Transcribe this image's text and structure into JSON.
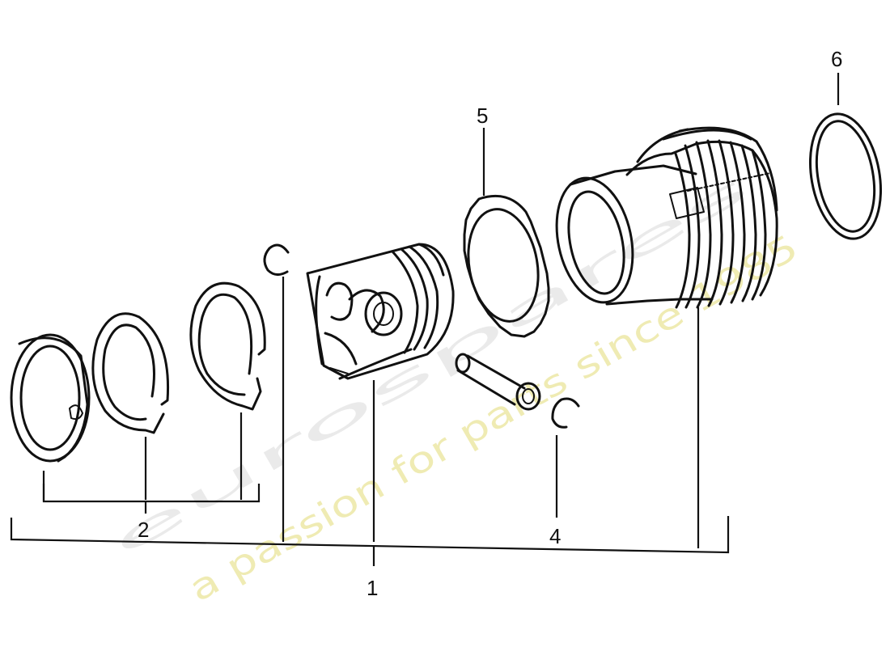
{
  "callouts": [
    "1",
    "2",
    "4",
    "5",
    "6"
  ],
  "watermark": {
    "logo_text": "eurospares",
    "tagline": "a passion for parts since 1985"
  }
}
